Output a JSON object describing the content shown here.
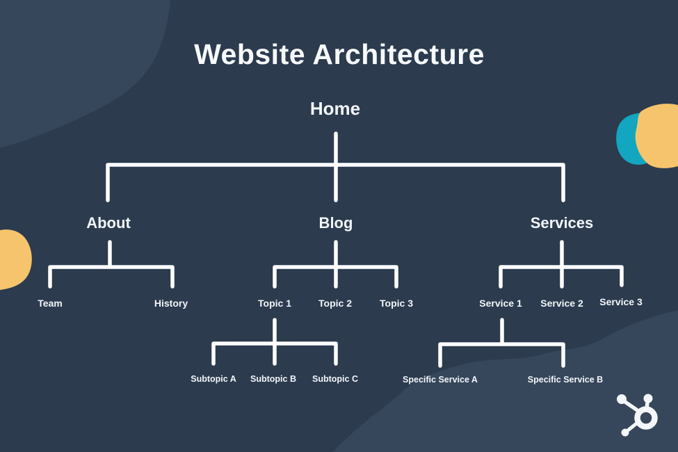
{
  "header": {
    "title": "Website Architecture"
  },
  "sitemap": {
    "root": {
      "label": "Home",
      "children": [
        {
          "label": "About",
          "children": [
            {
              "label": "Team"
            },
            {
              "label": "History"
            }
          ]
        },
        {
          "label": "Blog",
          "children": [
            {
              "label": "Topic 1",
              "children": [
                {
                  "label": "Subtopic A"
                },
                {
                  "label": "Subtopic B"
                },
                {
                  "label": "Subtopic C"
                }
              ]
            },
            {
              "label": "Topic 2"
            },
            {
              "label": "Topic 3"
            }
          ]
        },
        {
          "label": "Services",
          "children": [
            {
              "label": "Service 1",
              "children": [
                {
                  "label": "Specific Service A"
                },
                {
                  "label": "Specific Service B"
                }
              ]
            },
            {
              "label": "Service 2"
            },
            {
              "label": "Service 3"
            }
          ]
        }
      ]
    }
  },
  "branding": {
    "logo": "HubSpot sprocket"
  },
  "colors": {
    "background": "#2C3B4E",
    "background_blob": "#36465B",
    "teal_blob": "#12A6C0",
    "yellow_blob": "#F5C46C",
    "connector_line": "#FFFFFF",
    "text": "#F2F6FA"
  }
}
